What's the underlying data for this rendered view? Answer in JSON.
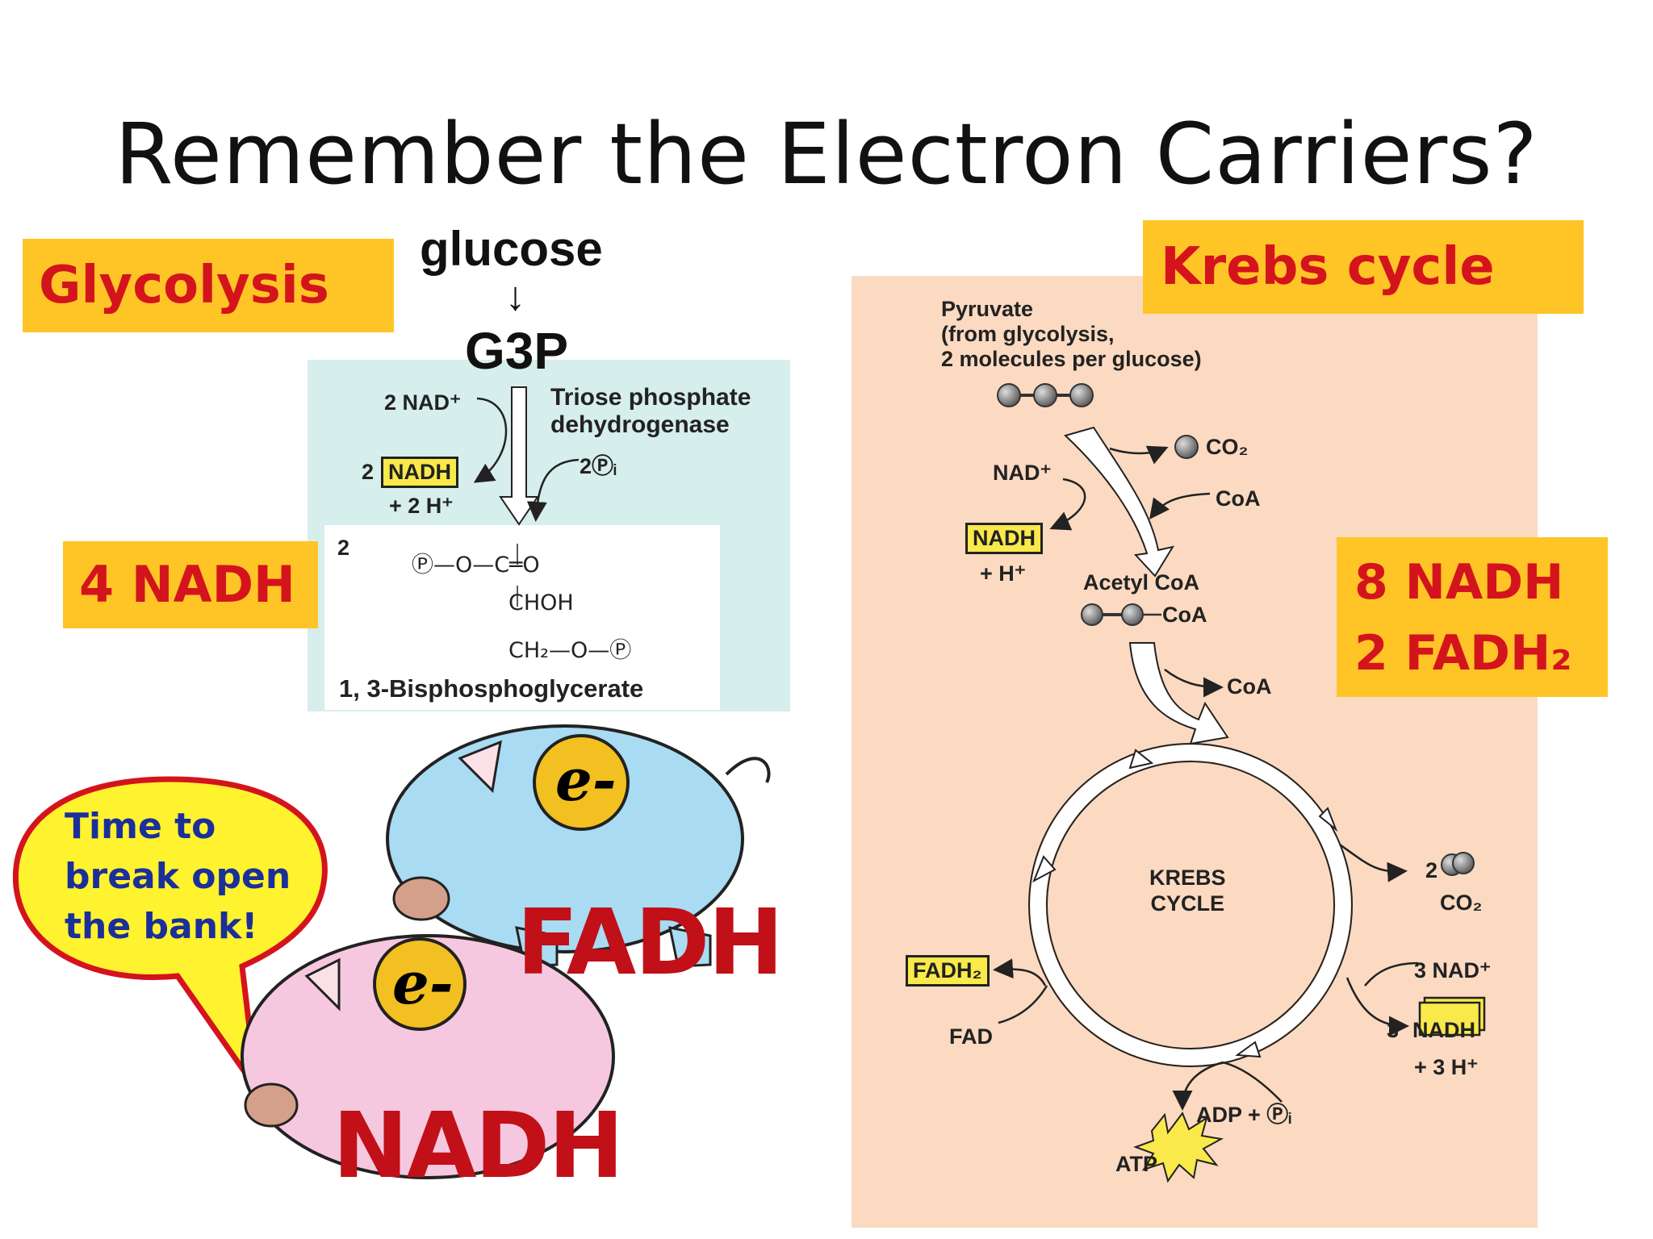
{
  "slide_title": "Remember the Electron Carriers?",
  "glycolysis": {
    "label": "Glycolysis",
    "glucose": "glucose",
    "arrow": "↓",
    "g3p": "G3P",
    "nad_plus": "2 NAD⁺",
    "enzyme_line1": "Triose phosphate",
    "enzyme_line2": "dehydrogenase",
    "nadh_coeff": "2",
    "nadh_box": "NADH",
    "h_plus": "+ 2 H⁺",
    "pi": "2Ⓟᵢ",
    "product_coeff": "2",
    "struct_top": "Ⓟ—O—C═O",
    "struct_mid": "CHOH",
    "struct_bot": "CH₂—O—Ⓟ",
    "product_name": "1, 3-Bisphosphoglycerate",
    "count": "4 NADH"
  },
  "krebs": {
    "label": "Krebs cycle",
    "pyruvate_l1": "Pyruvate",
    "pyruvate_l2": "(from glycolysis,",
    "pyruvate_l3": "2 molecules per glucose)",
    "co2": "CO₂",
    "nad_plus": "NAD⁺",
    "coa_in": "CoA",
    "nadh_box": "NADH",
    "h_plus": "+ H⁺",
    "acetyl": "Acetyl CoA",
    "acetyl_coa": "CoA",
    "coa_out": "CoA",
    "cycle_l1": "KREBS",
    "cycle_l2": "CYCLE",
    "co2_coeff": "2",
    "co2_out": "CO₂",
    "nad3": "3 NAD⁺",
    "nadh3_coeff": "3",
    "nadh3_box": "NADH",
    "h3": "+ 3 H⁺",
    "fadh2_box": "FADH₂",
    "fad": "FAD",
    "adp": "ADP + Ⓟᵢ",
    "atp": "ATP",
    "count_l1": "8 NADH",
    "count_l2": "2 FADH₂"
  },
  "cartoon": {
    "speech_l1": "Time to",
    "speech_l2": "break open",
    "speech_l3": "the bank!",
    "pig1_label": "FADH",
    "pig2_label": "NADH",
    "coin1": "e-",
    "coin2": "e-"
  },
  "colors": {
    "label_bg": "#ffc526",
    "label_text": "#d4141d",
    "krebs_bg": "#fbdac1",
    "glycolysis_bg": "#d6eeec"
  }
}
